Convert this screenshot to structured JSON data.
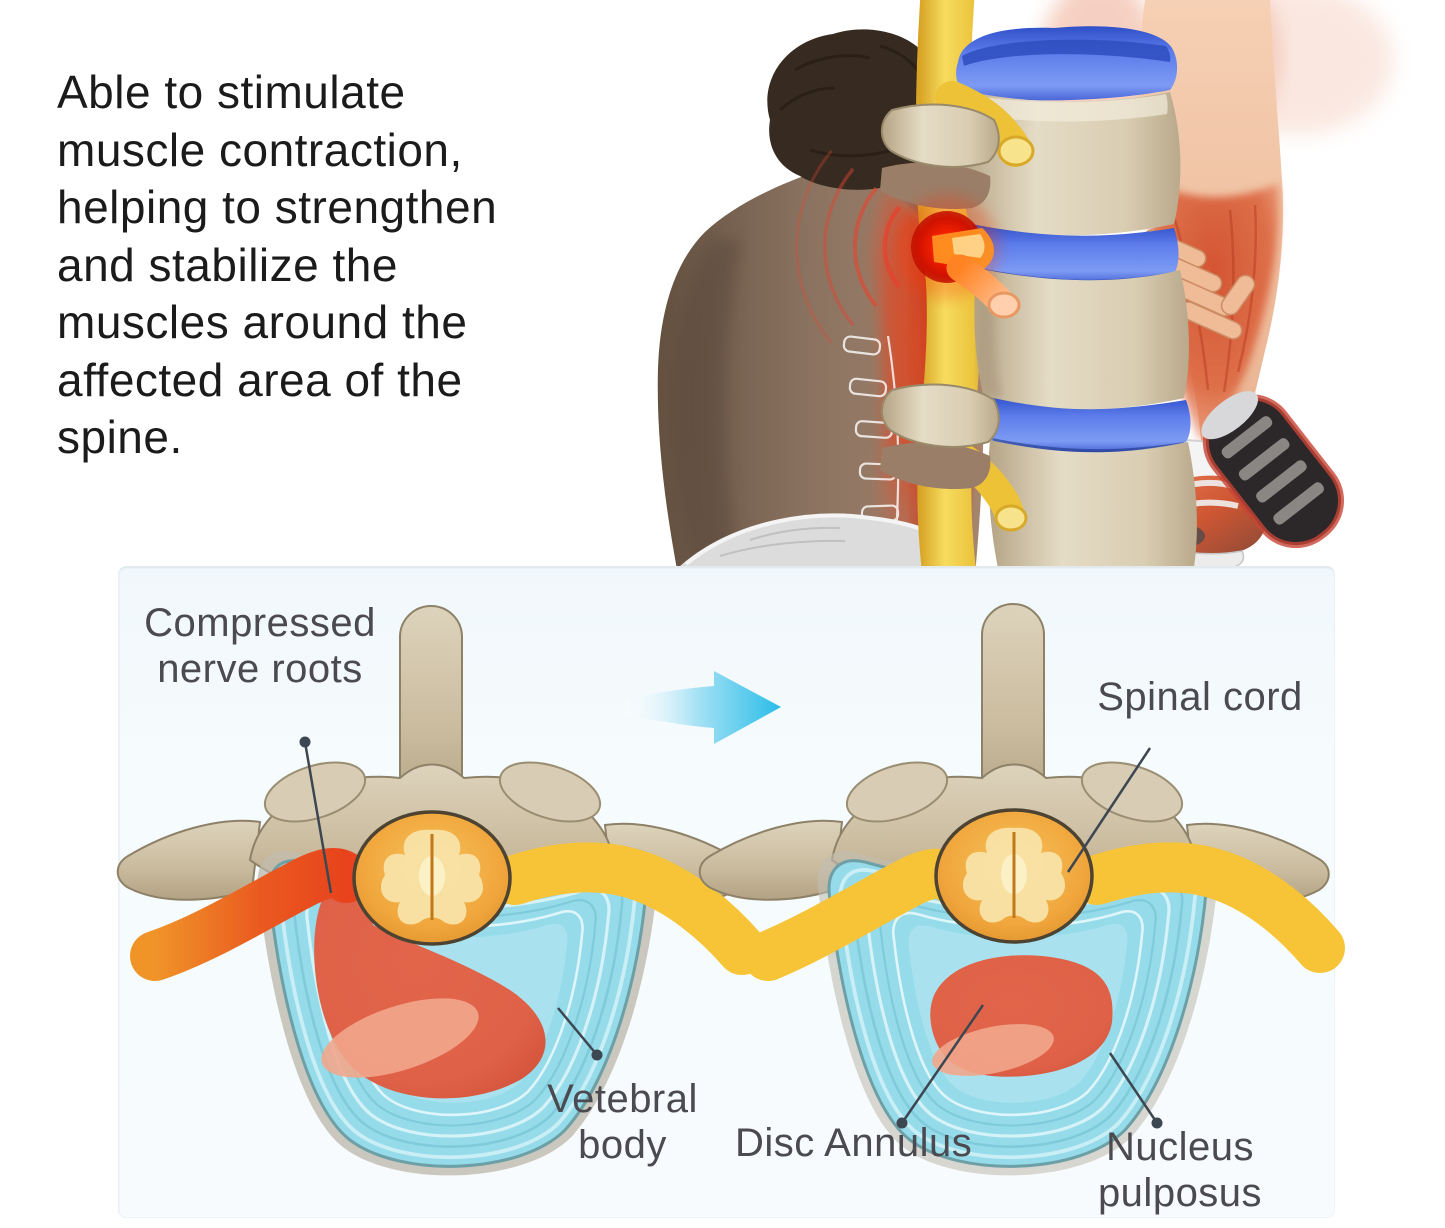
{
  "intro": {
    "text": "Able to stimulate muscle contraction, helping to strengthen and stabilize the muscles around the affected area of the spine.",
    "lines": [
      "Able to stimulate",
      "muscle contraction,",
      "helping to strengthen",
      "and stabilize the",
      "muscles around the",
      "affected area of the",
      "spine."
    ]
  },
  "hero": {
    "name": "back-pain-illustration",
    "elements": [
      "man-back",
      "inflamed-back-muscles",
      "pain-ripples",
      "spine-column",
      "vertebrae",
      "spinal-discs",
      "pinched-nerve-glow",
      "nerve-root",
      "runner-leg",
      "running-shoes"
    ]
  },
  "figure": {
    "arrow": {
      "name": "transition-arrow",
      "direction": "right",
      "color": "#2ebde6"
    },
    "left_panel": {
      "labels": {
        "compressed_nerve_roots": {
          "text": "Compressed nerve roots",
          "lines": [
            "Compressed",
            "nerve roots"
          ]
        },
        "vertebral_body": {
          "text": "Vetebral body",
          "lines": [
            "Vetebral",
            "body"
          ]
        }
      }
    },
    "right_panel": {
      "labels": {
        "spinal_cord": {
          "text": "Spinal cord"
        },
        "disc_annulus": {
          "text": "Disc Annulus"
        },
        "nucleus_pulposus": {
          "text": "Nucleus pulposus",
          "lines": [
            "Nucleus",
            "pulposus"
          ]
        }
      }
    }
  },
  "colors": {
    "text_primary": "#1b1b1b",
    "label_text": "#4a4a50",
    "leader_line": "#3d4752",
    "panel_background": "#f4fafc",
    "disc_annulus_blue": "#96dbe9",
    "nucleus_red": "#e2654a",
    "nerve_yellow": "#f7c437",
    "compressed_nerve_red": "#e8431c",
    "bone_tan": "#cfc2a8",
    "spinal_cord_orange": "#f0a63c",
    "vertebra_disc_blue": "#4a66d8",
    "pain_glow_red": "#e81800",
    "arrow_cyan": "#2ebde6"
  }
}
